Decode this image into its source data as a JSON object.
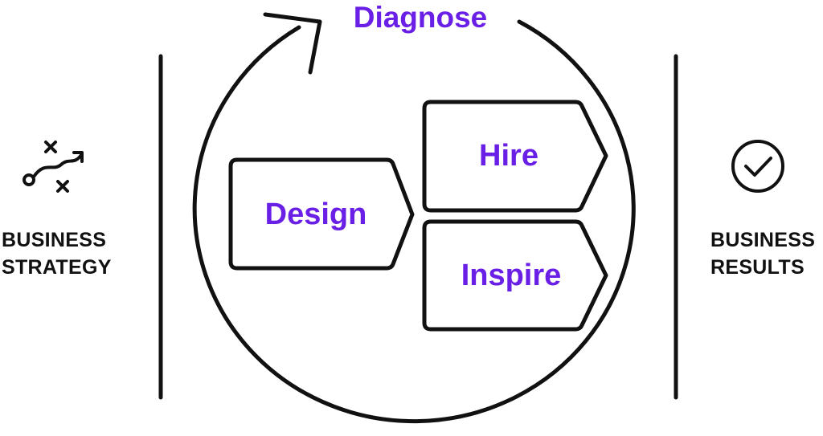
{
  "colors": {
    "accent": "#6a1fe6",
    "ink": "#111111",
    "background": "#ffffff"
  },
  "cycle": {
    "label": "Diagnose"
  },
  "stages": {
    "design": "Design",
    "hire": "Hire",
    "inspire": "Inspire"
  },
  "left": {
    "icon": "strategy-path-icon",
    "line1": "BUSINESS",
    "line2": "STRATEGY"
  },
  "right": {
    "icon": "check-circle-icon",
    "line1": "BUSINESS",
    "line2": "RESULTS"
  }
}
